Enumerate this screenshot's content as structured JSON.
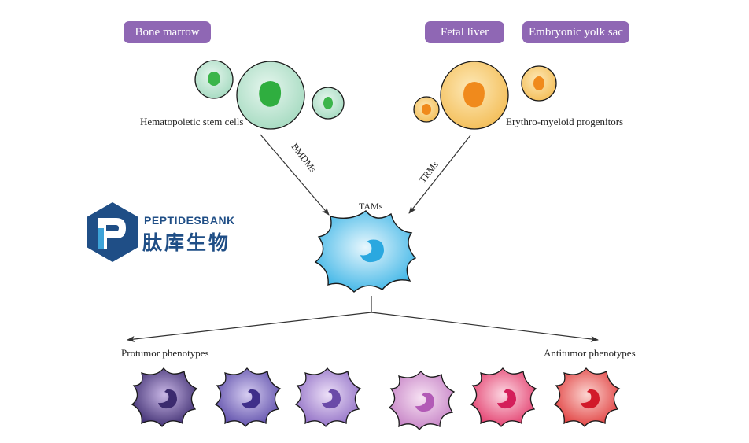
{
  "sources": {
    "bone_marrow": "Bone marrow",
    "fetal_liver": "Fetal liver",
    "embryonic_yolk_sac": "Embryonic yolk sac"
  },
  "cells": {
    "hsc_label": "Hematopoietic stem cells",
    "emp_label": "Erythro-myeloid progenitors",
    "tam_label": "TAMs"
  },
  "arrows": {
    "bmdm_label": "BMDMs",
    "trm_label": "TRMs"
  },
  "phenotypes": {
    "protumor": "Protumor phenotypes",
    "antitumor": "Antitumor phenotypes",
    "gradient_colors": [
      "#3b2a6e",
      "#5a4aa8",
      "#8e6cc4",
      "#c47fc4",
      "#e23a6a",
      "#e03a3a"
    ]
  },
  "logo": {
    "name_en": "PEPTIDESBANK",
    "name_cn": "肽库生物",
    "brand_color": "#1f4e86"
  },
  "colors": {
    "pill": "#8f67b4",
    "hsc_fill": "#bfe6d3",
    "hsc_nucleus": "#3bb54a",
    "emp_fill": "#f7cc75",
    "emp_nucleus": "#f08a1c",
    "tam_fill": "#5bc2ea"
  }
}
